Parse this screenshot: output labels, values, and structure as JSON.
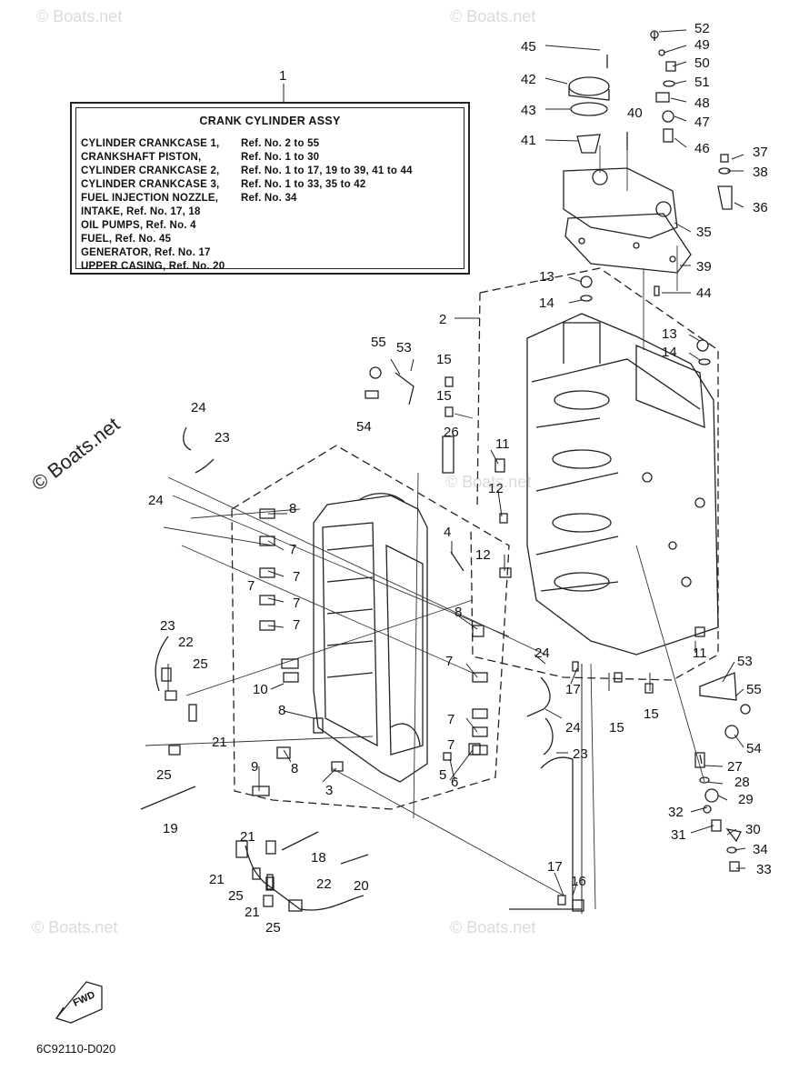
{
  "legend": {
    "title": "CRANK CYLINDER ASSY",
    "ref_number": "1",
    "rows": [
      {
        "name": "CYLINDER CRANKCASE 1,",
        "refs": "Ref. No. 2 to 55"
      },
      {
        "name": "CRANKSHAFT PISTON,",
        "refs": "Ref. No. 1 to 30"
      },
      {
        "name": "CYLINDER CRANKCASE 2,",
        "refs": "Ref. No. 1 to 17, 19 to 39, 41 to 44"
      },
      {
        "name": "CYLINDER CRANKCASE 3,",
        "refs": "Ref. No. 1 to 33, 35 to 42"
      },
      {
        "name": "FUEL INJECTION NOZZLE,",
        "refs": "Ref. No. 34"
      },
      {
        "name": "INTAKE, Ref. No. 17, 18",
        "refs": ""
      },
      {
        "name": "OIL PUMPS, Ref. No. 4",
        "refs": ""
      },
      {
        "name": "FUEL, Ref. No. 45",
        "refs": ""
      },
      {
        "name": "GENERATOR, Ref. No. 17",
        "refs": ""
      },
      {
        "name": "UPPER CASING, Ref. No. 20",
        "refs": ""
      }
    ]
  },
  "callouts": [
    "52",
    "49",
    "45",
    "50",
    "42",
    "51",
    "48",
    "43",
    "40",
    "47",
    "41",
    "46",
    "37",
    "38",
    "36",
    "35",
    "39",
    "13",
    "44",
    "14",
    "2",
    "13",
    "14",
    "55",
    "53",
    "15",
    "15",
    "24",
    "54",
    "23",
    "26",
    "11",
    "12",
    "24",
    "8",
    "7",
    "7",
    "7",
    "4",
    "7",
    "7",
    "12",
    "23",
    "22",
    "8",
    "25",
    "7",
    "24",
    "17",
    "11",
    "53",
    "55",
    "10",
    "7",
    "24",
    "15",
    "15",
    "54",
    "8",
    "7",
    "24",
    "23",
    "27",
    "21",
    "9",
    "8",
    "28",
    "25",
    "5",
    "6",
    "3",
    "29",
    "19",
    "32",
    "31",
    "30",
    "21",
    "18",
    "34",
    "33",
    "21",
    "22",
    "20",
    "17",
    "16",
    "25",
    "21",
    "25"
  ],
  "footer_code": "6C92110-D020",
  "fwd_label": "FWD",
  "watermarks": [
    "© Boats.net",
    "© Boats.net",
    "© Boats.net",
    "© Boats.net",
    "© Boats.net",
    "© Boats.net"
  ]
}
